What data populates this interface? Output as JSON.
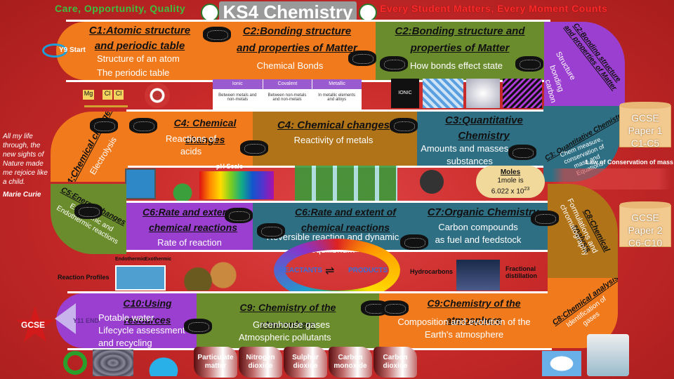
{
  "header": {
    "left_slogan": "Care, Opportunity, Quality",
    "title": "KS4 Chemistry",
    "right_slogan": "Every Student Matters, Every Moment Counts"
  },
  "start_label": "Y9 Start",
  "end_label": "Y11 END",
  "gcse_label": "GCSE",
  "quote": {
    "text": "All my life through, the new sights of Nature made me rejoice like a child.",
    "author": "Marie Curie"
  },
  "tiles": {
    "c1": {
      "head": "C1:Atomic structure and periodic table",
      "sub1": "Structure of an atom",
      "sub2": "The periodic table"
    },
    "c2a": {
      "head": "C2:Bonding structure and properties of Matter",
      "sub": "Chemical Bonds"
    },
    "c2b": {
      "head": "C2:Bonding structure and properties of Matter",
      "sub": "How bonds effect state"
    },
    "c2c": {
      "head": "C2:Bonding structure and properties of Matter",
      "sub1": "Structure",
      "sub2": "bonding",
      "sub3": "carbon"
    },
    "c3a": {
      "head": "C3: Quantitative Chemistry",
      "sub": "Chem measure, conservation of mass and Equations"
    },
    "c3b": {
      "head": "C3:Quantitative Chemistry",
      "sub": "Amounts and masses of substances"
    },
    "c4a": {
      "head": "C4: Chemical changes",
      "sub": "Reactivity of metals"
    },
    "c4b": {
      "head": "C4: Chemical changes",
      "sub": "Reactions of acids"
    },
    "c4c": {
      "head": "C4:Chemical changes",
      "sub": "Electrolysis"
    },
    "c5": {
      "head": "C5:Energy changes",
      "sub": "Exothermic and Endothermic reactions"
    },
    "c6a": {
      "head": "C6:Rate and extent of chemical reactions",
      "sub": "Rate of reaction"
    },
    "c6b": {
      "head": "C6:Rate and extent of chemical reactions",
      "sub": "Reversible reaction and dynamic equilibrium"
    },
    "c7": {
      "head": "C7:Organic Chemistry",
      "sub": "Carbon compounds as fuel and feedstock"
    },
    "c8a": {
      "head": "C8:Chemical analysis",
      "sub": "Formulations and chromatography"
    },
    "c8b": {
      "head": "C8:Chemical analysis",
      "sub": "Identification of gases"
    },
    "c9a": {
      "head": "C9:Chemistry of the atmosphere",
      "sub": "Composition and evolution of the Earth's atmosphere"
    },
    "c9b": {
      "head": "C9: Chemistry of the atmosphere",
      "sub1": "Greenhouse gases",
      "sub2": "Atmospheric pollutants"
    },
    "c10": {
      "head": "C10:Using resources",
      "sub1": "Potable water",
      "sub2": "Lifecycle assessment",
      "sub3": "and recycling"
    }
  },
  "papers": {
    "p1": {
      "l1": "GCSE",
      "l2": "Paper 1",
      "l3": "C1-C5"
    },
    "p2": {
      "l1": "GCSE",
      "l2": "Paper 2",
      "l3": "C6-C10"
    }
  },
  "bond_table": {
    "headers": [
      "Ionic",
      "Covalent",
      "Metallic"
    ],
    "cells": [
      "Between metals and non-metals",
      "Between non-metals and non-metals",
      "In metallic elements and alloys"
    ]
  },
  "labels": {
    "ph_scale": "pH Scale",
    "law": "Law of Conservation of mass",
    "moles_title": "Moles",
    "moles_text": "1mole is",
    "moles_value": "6.022 x 10",
    "moles_exp": "23",
    "reaction_profiles": "Reaction Profiles",
    "endothermic": "Endothermic",
    "exothermic": "Exothermic",
    "reactants": "REACTANTS",
    "products": "PRODUCTS",
    "hydrocarbons": "Hydrocarbons",
    "fractional": "Fractional distillation",
    "mg": "Mg",
    "cl1": "Cl",
    "cl2": "Cl",
    "ionic_bond": "IONIC BOND"
  },
  "pollutants": [
    "Particulate matter",
    "Nitrogen dioxide",
    "Sulphur dioxide",
    "Carbon monoxide",
    "Carbon dioxide"
  ],
  "colors": {
    "orange": "#f07a1c",
    "green": "#6b8c2c",
    "purple": "#9b3fd0",
    "teal": "#2e6f84",
    "brown": "#b07318",
    "khaki": "#b8a25a"
  }
}
